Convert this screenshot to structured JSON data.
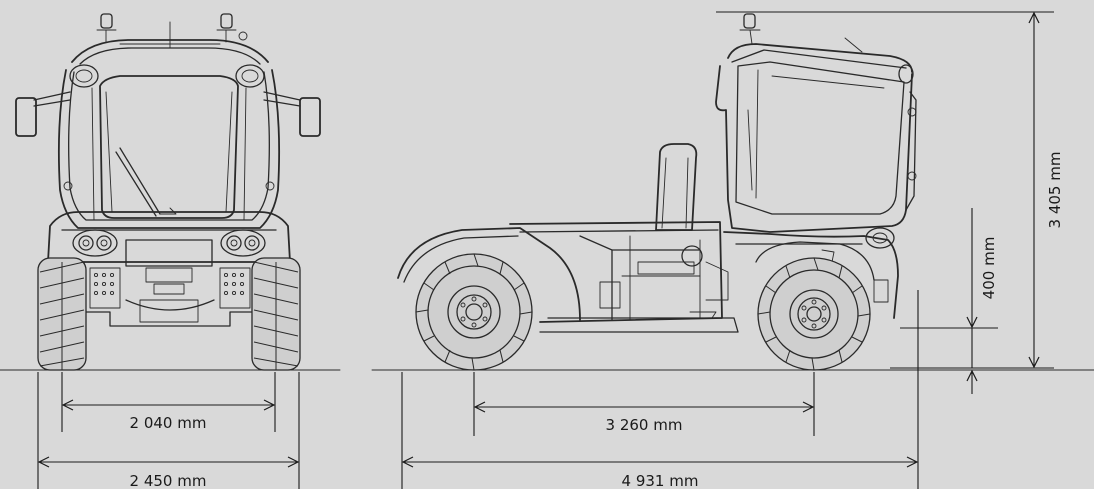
{
  "dimensions": {
    "front_track": "2 040 mm",
    "front_width": "2 450 mm",
    "wheelbase": "3 260 mm",
    "overall_length": "4 931 mm",
    "overall_height": "3 405 mm",
    "ground_clearance": "400 mm"
  },
  "colors": {
    "background": "#d9d9d9",
    "lines": "#2a2a2a"
  }
}
